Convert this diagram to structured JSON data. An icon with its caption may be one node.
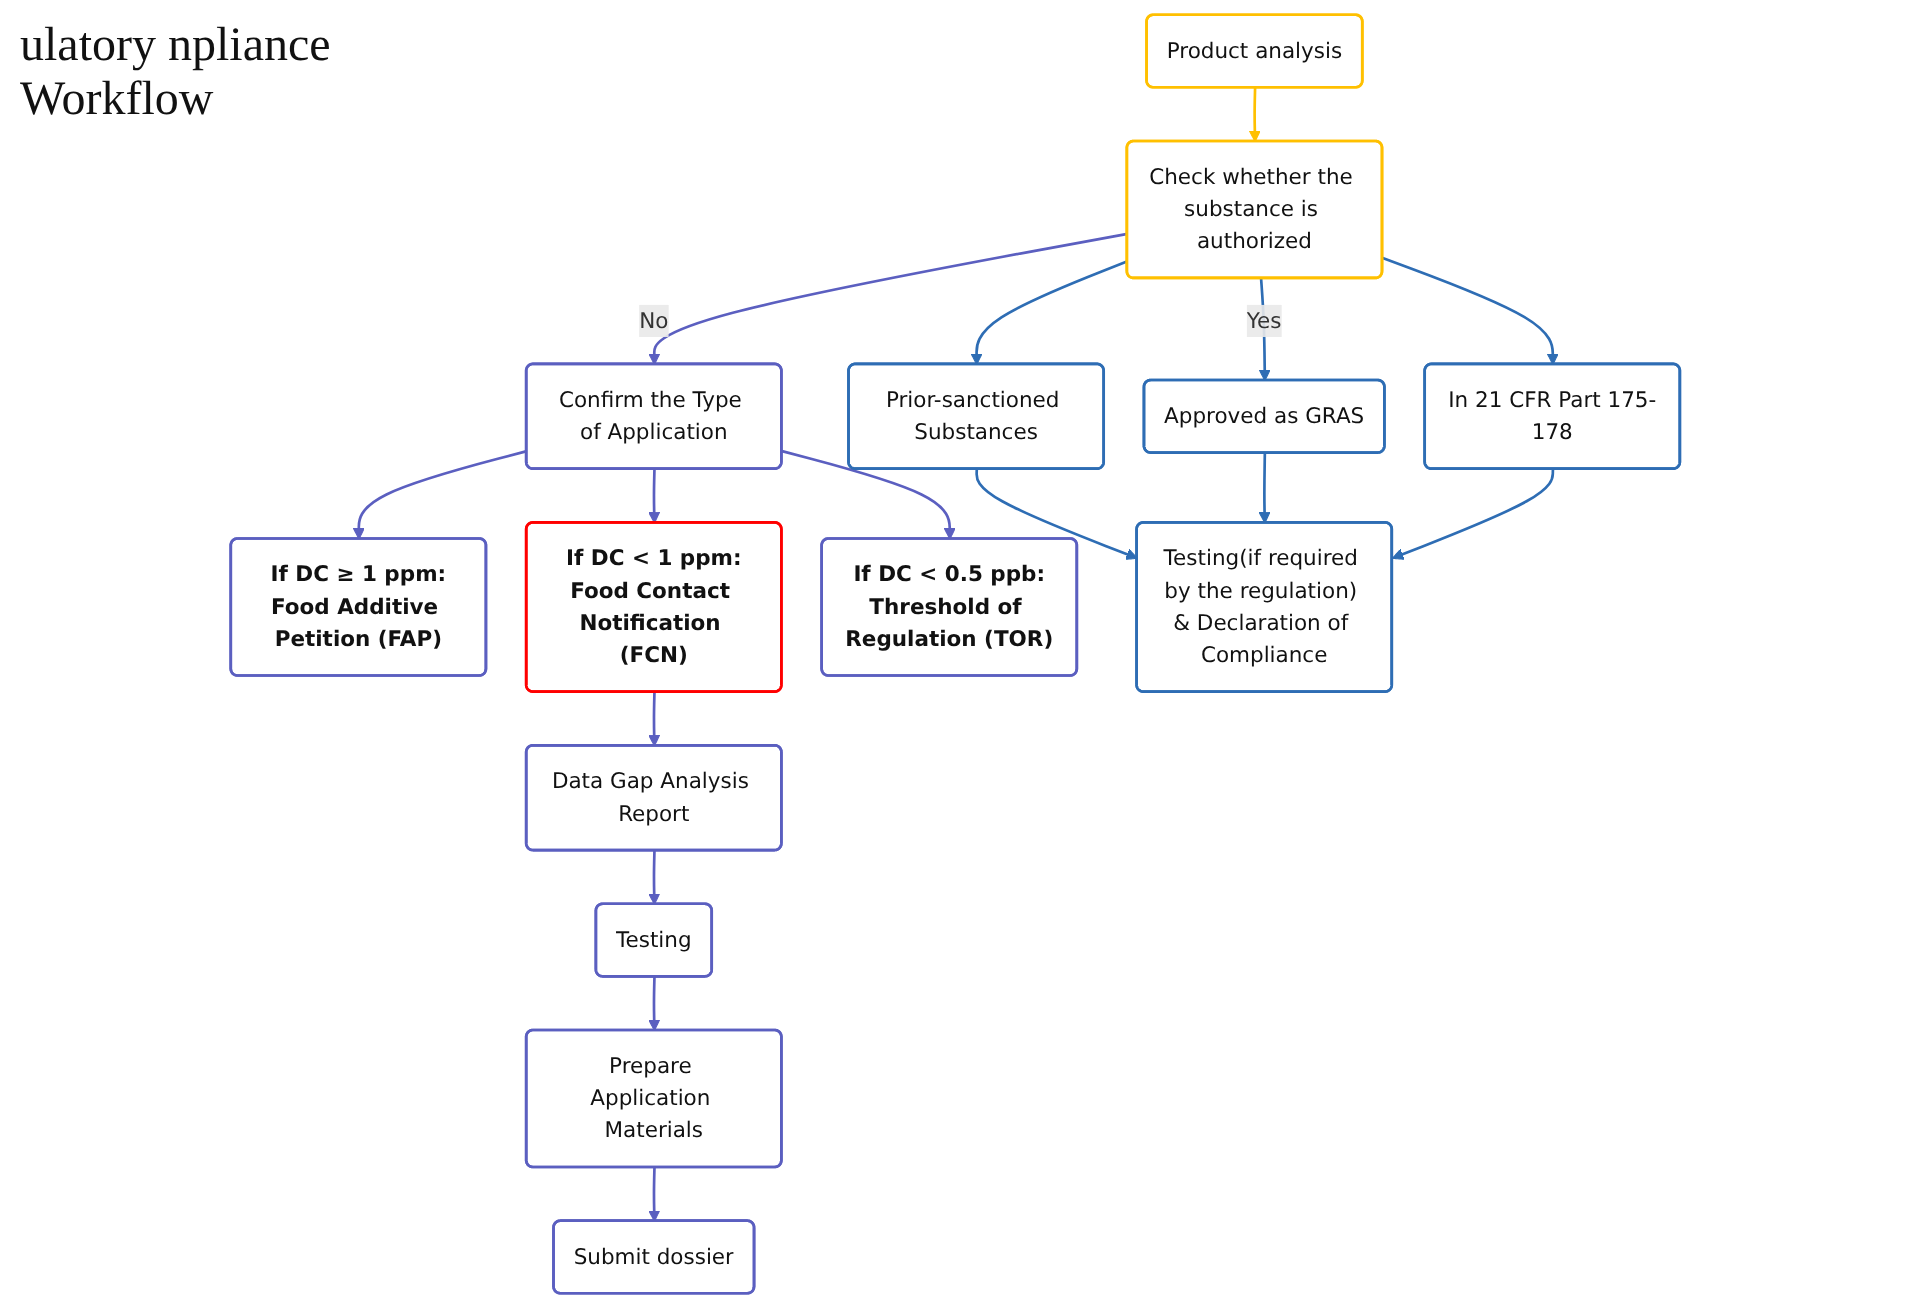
{
  "diagram": {
    "title": "ulatory npliance Workflow",
    "nodes": [
      {
        "text": [
          "Product analysis"
        ]
      },
      {
        "text": [
          "Check whether the substance is authorized"
        ]
      },
      {
        "text": [
          "Prior-sanctioned Substances"
        ]
      },
      {
        "text": [
          "Approved as GRAS"
        ]
      },
      {
        "text": [
          "In 21 CFR Part 175-178"
        ]
      },
      {
        "text": [
          "Confirm the Type of Application"
        ]
      },
      {
        "text": [
          "If DC ≥ 1 ppm:",
          "Food Additive Petition (FAP)"
        ]
      },
      {
        "text": [
          "If DC < 1 ppm:",
          "Food Contact Notification (FCN)"
        ]
      },
      {
        "text": [
          "If DC < 0.5 ppb:",
          "Threshold of Regulation (TOR)"
        ]
      },
      {
        "text": [
          "Testing(if required by the regulation) & Declaration of Compliance"
        ]
      },
      {
        "text": [
          "Data Gap Analysis Report"
        ]
      },
      {
        "text": [
          "Testing"
        ]
      },
      {
        "text": [
          "Prepare Application Materials"
        ]
      },
      {
        "text": [
          "Submit dossier"
        ]
      }
    ],
    "edges": [
      {
        "from": 0,
        "to": 1,
        "arrow": "to",
        "color": "#ffc000"
      },
      {
        "from": 1,
        "to": 2,
        "arrow": "to",
        "color": "#2e6db4"
      },
      {
        "from": 1,
        "to": 3,
        "arrow": "to",
        "label": "Yes",
        "color": "#2e6db4"
      },
      {
        "from": 1,
        "to": 4,
        "arrow": "to",
        "color": "#2e6db4"
      },
      {
        "from": 1,
        "to": 5,
        "arrow": "to",
        "label": "No"
      },
      {
        "from": 2,
        "to": 9,
        "arrow": "to",
        "color": "#2e6db4"
      },
      {
        "from": 3,
        "to": 9,
        "arrow": "to",
        "color": "#2e6db4"
      },
      {
        "from": 4,
        "to": 9,
        "arrow": "to",
        "color": "#2e6db4"
      },
      {
        "from": 5,
        "to": 6,
        "arrow": "to"
      },
      {
        "from": 5,
        "to": 7,
        "arrow": "to"
      },
      {
        "from": 5,
        "to": 8,
        "arrow": "to"
      },
      {
        "from": 7,
        "to": 10,
        "arrow": "to"
      },
      {
        "from": 10,
        "to": 11,
        "arrow": "to"
      },
      {
        "from": 11,
        "to": 12,
        "arrow": "to"
      },
      {
        "from": 12,
        "to": 13,
        "arrow": "to"
      }
    ]
  }
}
